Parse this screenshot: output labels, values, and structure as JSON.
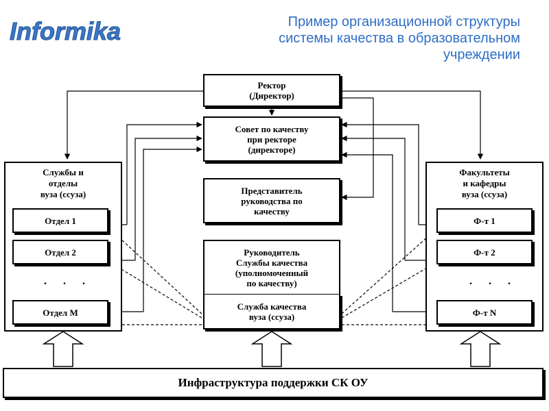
{
  "logo": {
    "text": "Informika"
  },
  "title": {
    "line1": "Пример организационной структуры",
    "line2": "системы качества в образовательном",
    "line3": "учреждении"
  },
  "diagram": {
    "rector": {
      "line1": "Ректор",
      "line2": "(Директор)"
    },
    "council": {
      "line1": "Совет по качеству",
      "line2": "при ректоре",
      "line3": "(директоре)"
    },
    "representative": {
      "line1": "Представитель",
      "line2": "руководства по",
      "line3": "качеству"
    },
    "quality_head": {
      "line1": "Руководитель",
      "line2": "Службы качества",
      "line3": "(уполномоченный",
      "line4": "по качеству)"
    },
    "quality_service": {
      "line1": "Служба качества",
      "line2": "вуза (ссуза)"
    },
    "left_panel": {
      "title1": "Службы и",
      "title2": "отделы",
      "title3": "вуза (ссуза)",
      "items": [
        "Отдел 1",
        "Отдел 2",
        "Отдел М"
      ],
      "ellipsis": ". . ."
    },
    "right_panel": {
      "title1": "Факультеты",
      "title2": "и кафедры",
      "title3": "вуза (ссуза)",
      "items": [
        "Ф-т 1",
        "Ф-т 2",
        "Ф-т N"
      ],
      "ellipsis": ". . ."
    },
    "infrastructure": "Инфраструктура поддержки СК ОУ"
  },
  "colors": {
    "title": "#2e6ec4",
    "logo_blue": "#3a78c9"
  }
}
